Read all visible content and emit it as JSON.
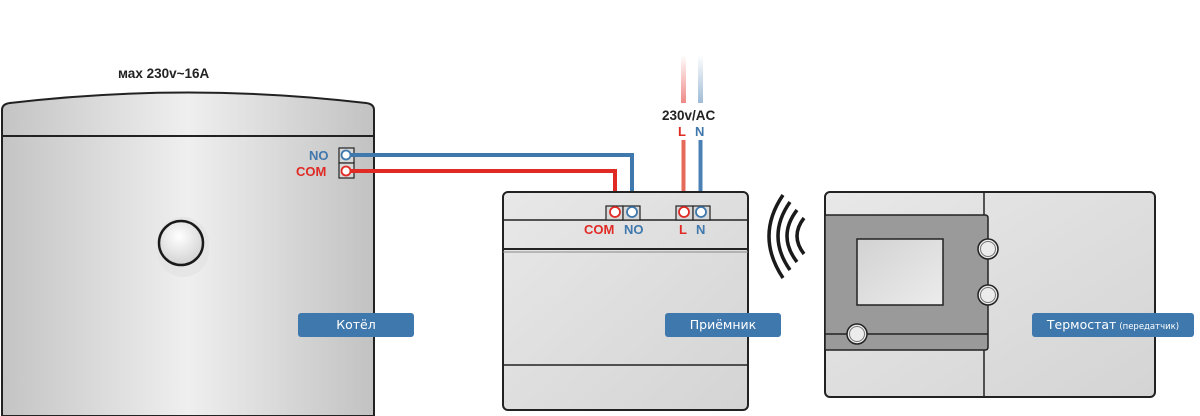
{
  "diagram": {
    "title_rating": "мах 230v~16A",
    "power_supply": {
      "label": "230v/AC",
      "l": "L",
      "n": "N"
    },
    "boiler": {
      "label": "Котёл",
      "terminals": {
        "no": "NO",
        "com": "COM"
      }
    },
    "receiver": {
      "label": "Приёмник",
      "terminals": {
        "com": "COM",
        "no": "NO",
        "l": "L",
        "n": "N"
      }
    },
    "thermostat": {
      "label": "Термостат",
      "label_note": "(передатчик)"
    },
    "colors": {
      "live": "#e02a24",
      "neutral": "#3f78ad",
      "label_bg": "#3f78ad"
    }
  }
}
